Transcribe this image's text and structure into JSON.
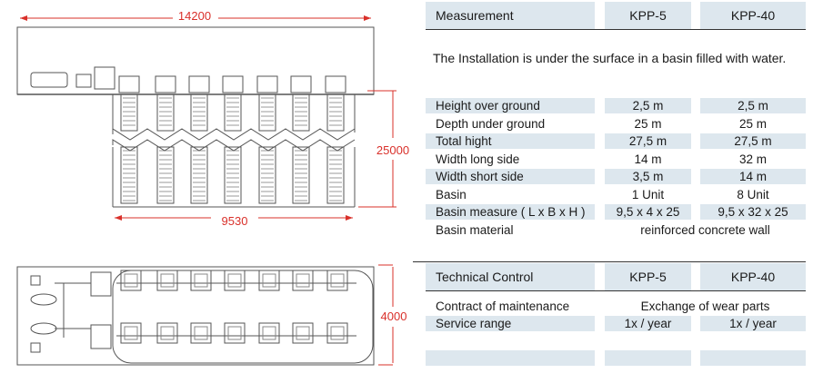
{
  "drawing": {
    "top_width": "14200",
    "basin_width": "9530",
    "depth": "25000",
    "plan_depth": "4000"
  },
  "measurement_table": {
    "headers": {
      "label": "Measurement",
      "kpp5": "KPP-5",
      "kpp40": "KPP-40"
    },
    "note": "The Installation is under the surface in a basin filled with water.",
    "rows": [
      {
        "label": "Height over ground",
        "kpp5": "2,5 m",
        "kpp40": "2,5 m"
      },
      {
        "label": "Depth under ground",
        "kpp5": "25 m",
        "kpp40": "25 m"
      },
      {
        "label": "Total hight",
        "kpp5": "27,5 m",
        "kpp40": "27,5 m"
      },
      {
        "label": "Width long side",
        "kpp5": "14 m",
        "kpp40": "32 m"
      },
      {
        "label": "Width short side",
        "kpp5": "3,5 m",
        "kpp40": "14 m"
      },
      {
        "label": "Basin",
        "kpp5": "1 Unit",
        "kpp40": "8 Unit"
      },
      {
        "label": "Basin measure ( L x B x H )",
        "kpp5": "9,5 x 4 x 25",
        "kpp40": "9,5 x 32 x 25"
      },
      {
        "label": "Basin material",
        "span": "reinforced concrete wall"
      }
    ]
  },
  "technical_table": {
    "headers": {
      "label": "Technical Control",
      "kpp5": "KPP-5",
      "kpp40": "KPP-40"
    },
    "rows": [
      {
        "label": "Contract of maintenance",
        "span": "Exchange of wear parts"
      },
      {
        "label": "Service range",
        "kpp5": "1x / year",
        "kpp40": "1x / year"
      }
    ]
  },
  "colors": {
    "dimension": "#d9302a",
    "row_shade": "#dde7ee",
    "drawing_line": "#555555"
  }
}
